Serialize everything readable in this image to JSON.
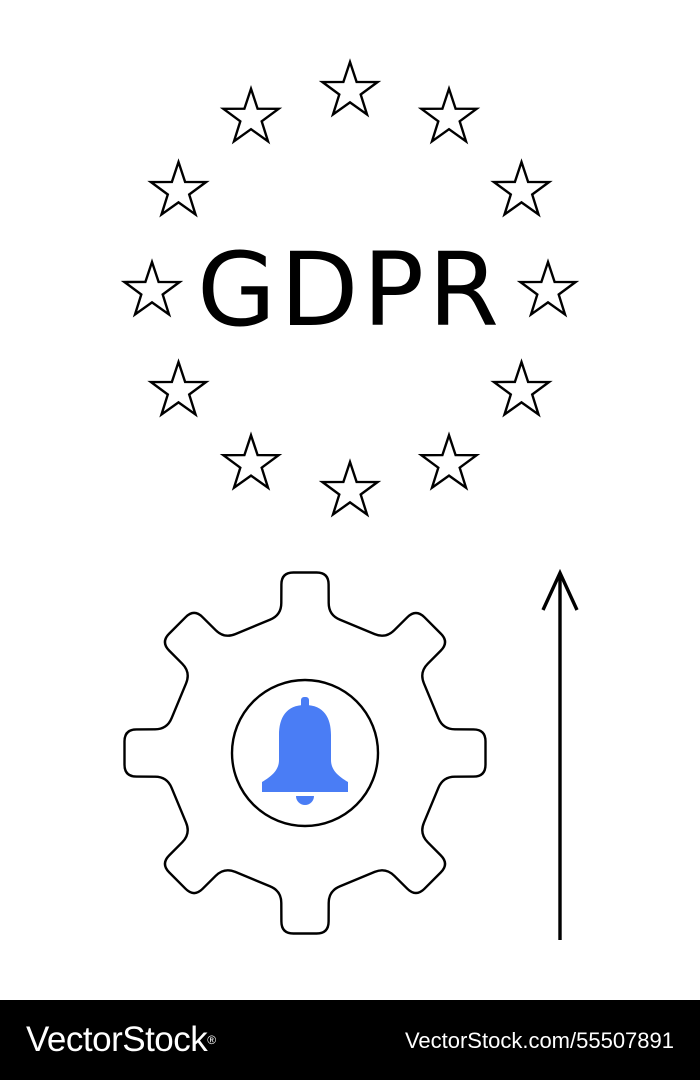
{
  "emblem": {
    "title": "GDPR",
    "star_count": 12,
    "icons": [
      "star-icon",
      "gear-icon",
      "bell-icon",
      "arrow-up-icon"
    ]
  },
  "colors": {
    "line": "#000000",
    "bell": "#4a7df5",
    "background": "#ffffff",
    "footer": "#000000"
  },
  "footer": {
    "brand": "VectorStock",
    "registered_mark": "®",
    "stock_id": "VectorStock.com/55507891"
  }
}
